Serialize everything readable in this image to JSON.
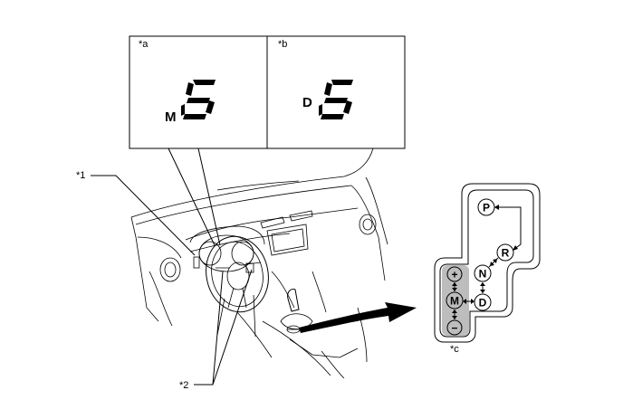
{
  "callouts": {
    "a": "*a",
    "b": "*b",
    "c": "*c",
    "one": "*1",
    "two": "*2"
  },
  "displays": [
    {
      "mode_letter": "M",
      "gear_digit": "5"
    },
    {
      "mode_letter": "D",
      "gear_digit": "5"
    }
  ],
  "shift_gate": {
    "positions": [
      "P",
      "R",
      "N",
      "D",
      "M",
      "+",
      "−"
    ],
    "highlight_color": "#bdbdbd"
  },
  "colors": {
    "line": "#000000",
    "background": "#ffffff"
  }
}
